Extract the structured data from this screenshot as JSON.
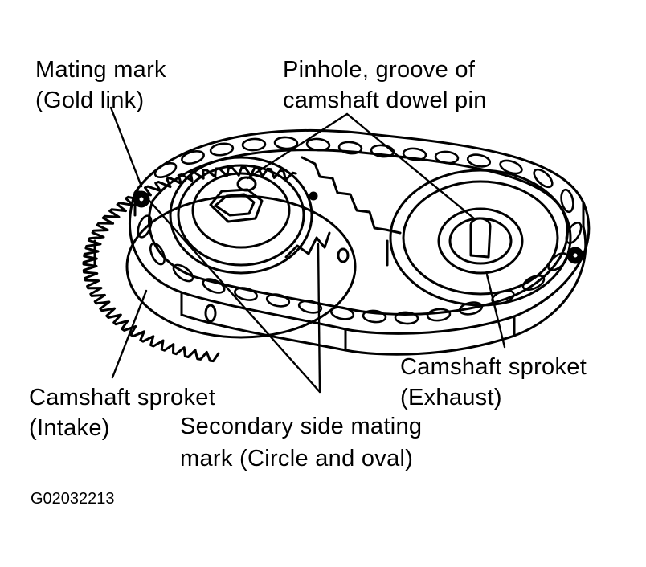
{
  "labels": {
    "mating_mark": {
      "line1": "Mating mark",
      "line2": "(Gold link)"
    },
    "pinhole": {
      "line1": "Pinhole, groove of",
      "line2": "camshaft dowel pin"
    },
    "intake": {
      "line1": "Camshaft sproket",
      "line2": "(Intake)"
    },
    "exhaust": {
      "line1": "Camshaft sproket",
      "line2": "(Exhaust)"
    },
    "secondary": {
      "line1": "Secondary side mating",
      "line2": "mark (Circle and oval)"
    }
  },
  "figure_code": "G02032213",
  "colors": {
    "ink": "#000000",
    "paper": "#ffffff"
  }
}
